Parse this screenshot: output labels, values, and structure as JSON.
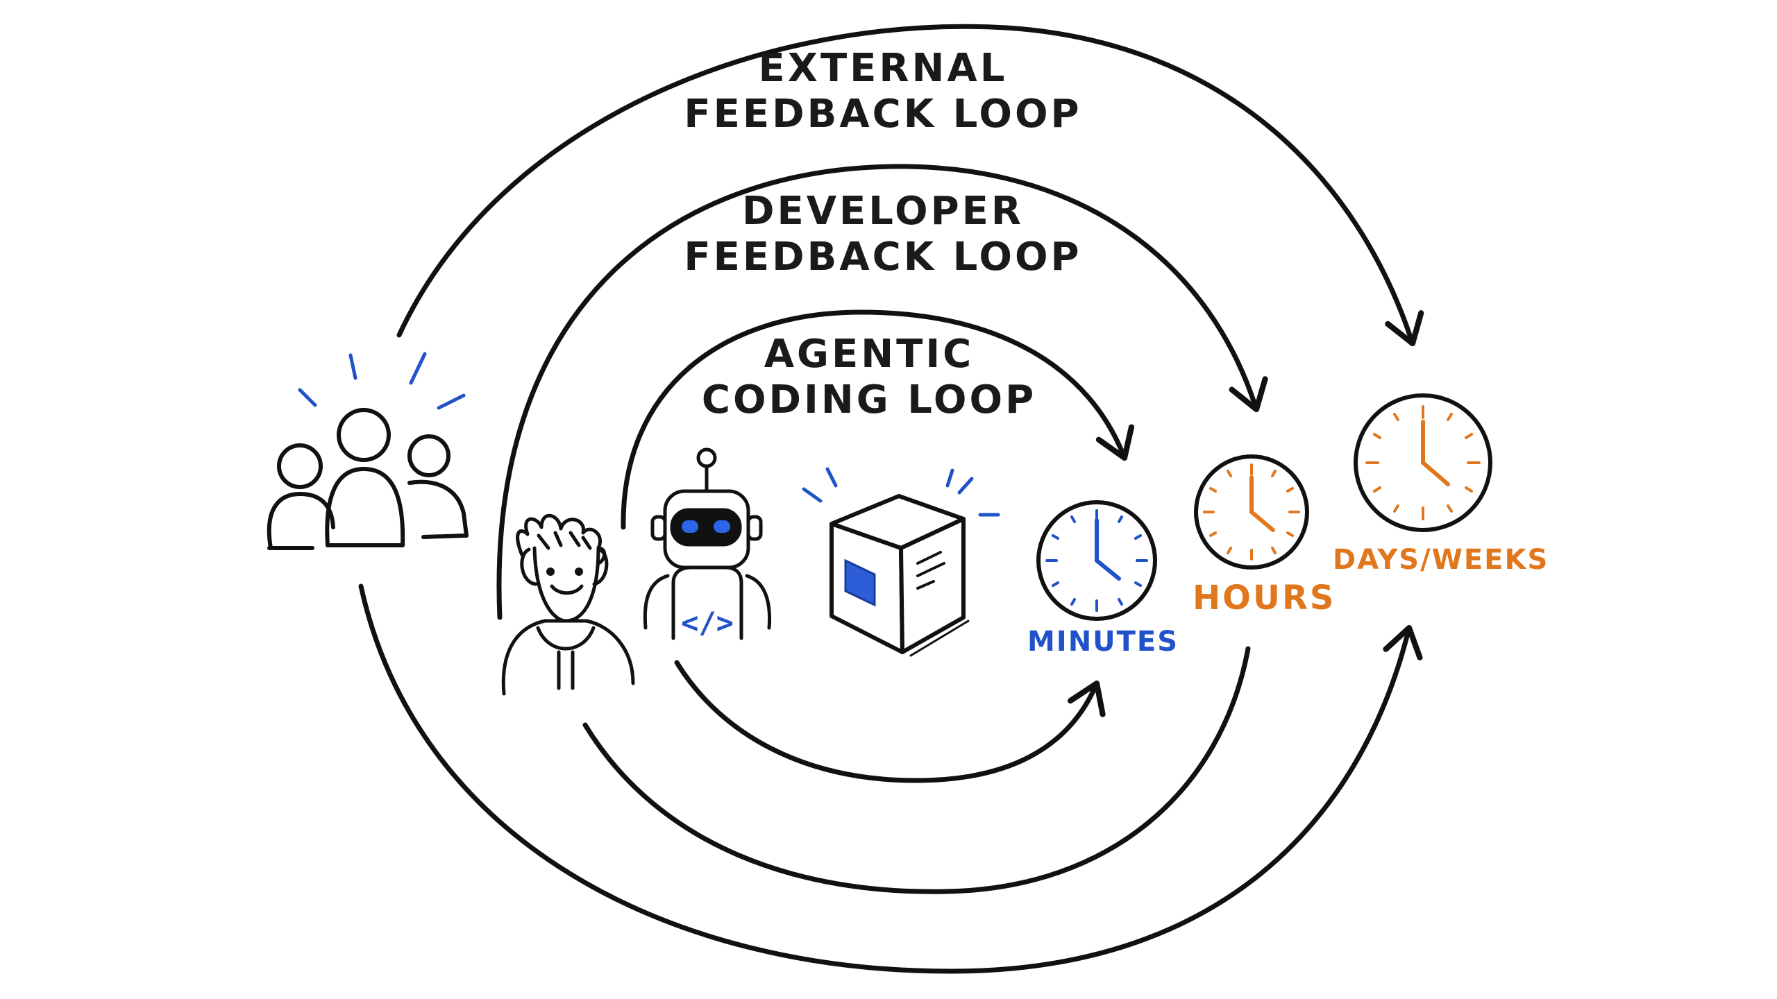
{
  "loops": {
    "external": {
      "line1": "EXTERNAL",
      "line2": "FEEDBACK LOOP"
    },
    "developer": {
      "line1": "DEVELOPER",
      "line2": "FEEDBACK LOOP"
    },
    "agentic": {
      "line1": "AGENTIC",
      "line2": "CODING LOOP"
    }
  },
  "timescales": {
    "minutes": "MINUTES",
    "hours": "HOURS",
    "days_weeks": "DAYS/WEEKS"
  },
  "robot_code_glyph": "</>",
  "colors": {
    "ink": "#111111",
    "blue": "#2252c9",
    "orange": "#e0771d"
  },
  "icons": [
    "users-group-icon",
    "developer-person-icon",
    "robot-icon",
    "cube-icon",
    "clock-icon"
  ]
}
